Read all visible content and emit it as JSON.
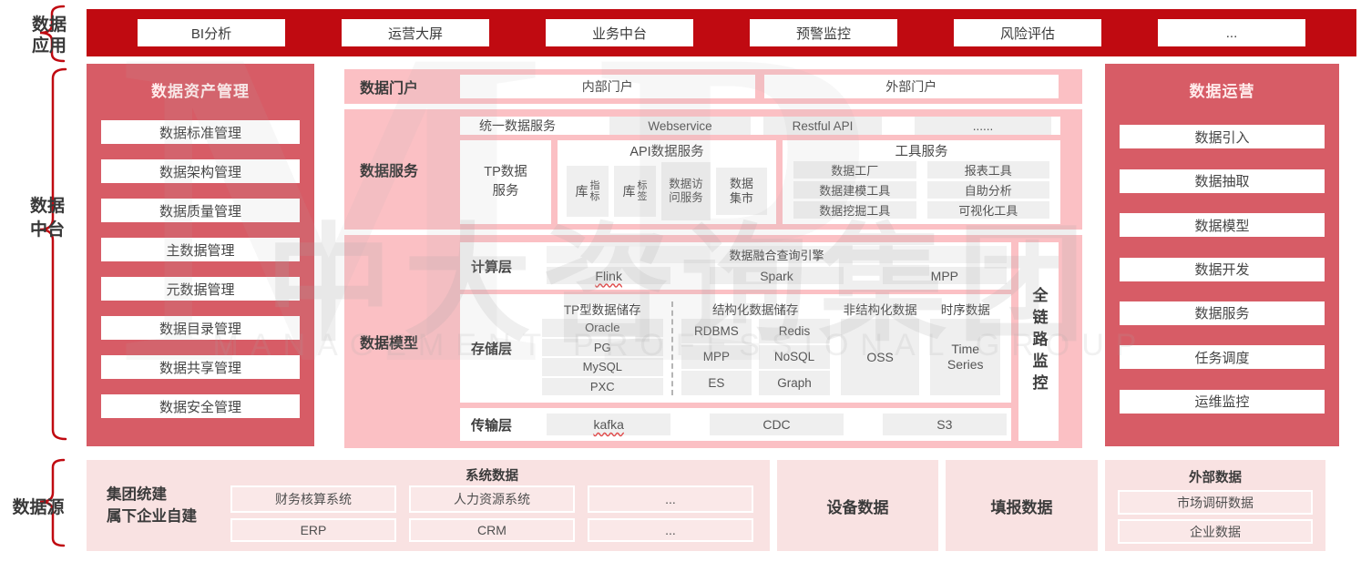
{
  "side_labels": {
    "app": [
      "数据",
      "应用"
    ],
    "middle": [
      "数据",
      "中台"
    ],
    "source": "数据源"
  },
  "top_bar": {
    "apps": [
      "BI分析",
      "运营大屏",
      "业务中台",
      "预警监控",
      "风险评估",
      "..."
    ]
  },
  "asset": {
    "title": "数据资产管理",
    "items": [
      "数据标准管理",
      "数据架构管理",
      "数据质量管理",
      "主数据管理",
      "元数据管理",
      "数据目录管理",
      "数据共享管理",
      "数据安全管理"
    ]
  },
  "ops": {
    "title": "数据运营",
    "items": [
      "数据引入",
      "数据抽取",
      "数据模型",
      "数据开发",
      "数据服务",
      "任务调度",
      "运维监控"
    ]
  },
  "portal": {
    "label": "数据门户",
    "items": [
      "内部门户",
      "外部门户"
    ]
  },
  "service": {
    "label": "数据服务",
    "unified": {
      "label": "统一数据服务",
      "items": [
        "Webservice",
        "Restful API",
        "......"
      ]
    },
    "tp_lines": [
      "TP数据",
      "服务"
    ],
    "api": {
      "title": "API数据服务",
      "ku1": {
        "big": "库",
        "top": "指",
        "bottom": "标"
      },
      "ku2": {
        "big": "库",
        "top": "标",
        "bottom": "签"
      },
      "access": "数据访问服务",
      "mart": "数据集市"
    },
    "tools": {
      "title": "工具服务",
      "items": [
        "数据工厂",
        "报表工具",
        "数据建模工具",
        "自助分析",
        "数据挖掘工具",
        "可视化工具"
      ]
    }
  },
  "model": {
    "label": "数据模型",
    "compute": {
      "label": "计算层",
      "engine": "数据融合查询引擎",
      "items": [
        "Flink",
        "Spark",
        "MPP"
      ]
    },
    "storage": {
      "label": "存储层",
      "tp": {
        "header": "TP型数据储存",
        "items": [
          "Oracle",
          "PG",
          "MySQL",
          "PXC"
        ]
      },
      "structured": {
        "header": "结构化数据储存",
        "items": [
          "RDBMS",
          "Redis",
          "MPP",
          "NoSQL",
          "ES",
          "Graph"
        ]
      },
      "unstructured": {
        "header": "非结构化数据",
        "item": "OSS"
      },
      "timeseries": {
        "header": "时序数据",
        "item": "Time Series"
      }
    },
    "transport": {
      "label": "传输层",
      "items": [
        "kafka",
        "CDC",
        "S3"
      ]
    },
    "monitor": "全链路监控"
  },
  "source_row": {
    "group": {
      "title_lines": [
        "集团统建",
        "属下企业自建"
      ],
      "header": "系统数据",
      "items": [
        "财务核算系统",
        "人力资源系统",
        "...",
        "ERP",
        "CRM",
        "..."
      ]
    },
    "device": "设备数据",
    "report": "填报数据",
    "external": {
      "title": "外部数据",
      "items": [
        "市场调研数据",
        "企业数据"
      ]
    }
  },
  "watermark": {
    "logo": "MP",
    "cn": "中大咨询集团",
    "en": "MANAGEMENT PROFESSIONAL GROUP"
  },
  "colors": {
    "primary_red": "#c00a11",
    "rose": "#d75c66",
    "pink": "#fbc0c4",
    "light_pink": "#f9e2e2",
    "box_gray": "#efefef"
  }
}
